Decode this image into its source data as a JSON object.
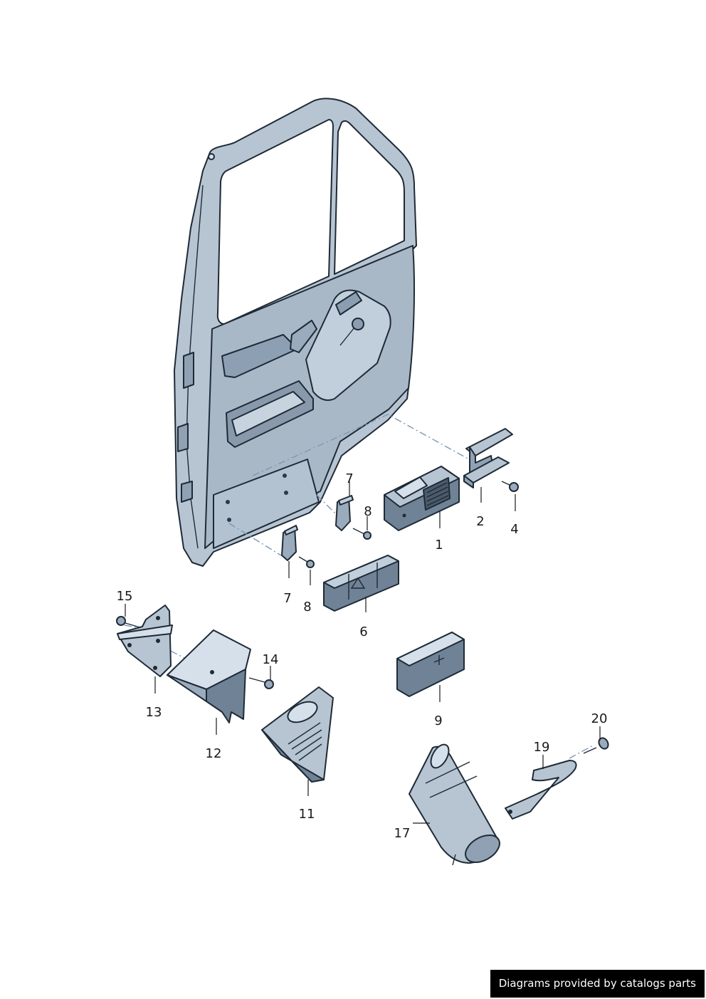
{
  "credit": "Diagrams provided by catalogs parts",
  "colors": {
    "part_fill": "#b7c5d3",
    "part_light": "#d6e0ea",
    "part_dark": "#6f8296",
    "part_darker": "#4b5b6b",
    "outline": "#1e2a36",
    "dashed_line": "#7f97b3"
  },
  "callouts": [
    {
      "name": "1",
      "text": "1"
    },
    {
      "name": "2",
      "text": "2"
    },
    {
      "name": "4",
      "text": "4"
    },
    {
      "name": "6",
      "text": "6"
    },
    {
      "name": "7a",
      "text": "7"
    },
    {
      "name": "7b",
      "text": "7"
    },
    {
      "name": "8a",
      "text": "8"
    },
    {
      "name": "8b",
      "text": "8"
    },
    {
      "name": "9",
      "text": "9"
    },
    {
      "name": "11",
      "text": "11"
    },
    {
      "name": "12",
      "text": "12"
    },
    {
      "name": "13",
      "text": "13"
    },
    {
      "name": "14",
      "text": "14"
    },
    {
      "name": "15",
      "text": "15"
    },
    {
      "name": "17",
      "text": "17"
    },
    {
      "name": "19",
      "text": "19"
    },
    {
      "name": "20",
      "text": "20"
    }
  ]
}
